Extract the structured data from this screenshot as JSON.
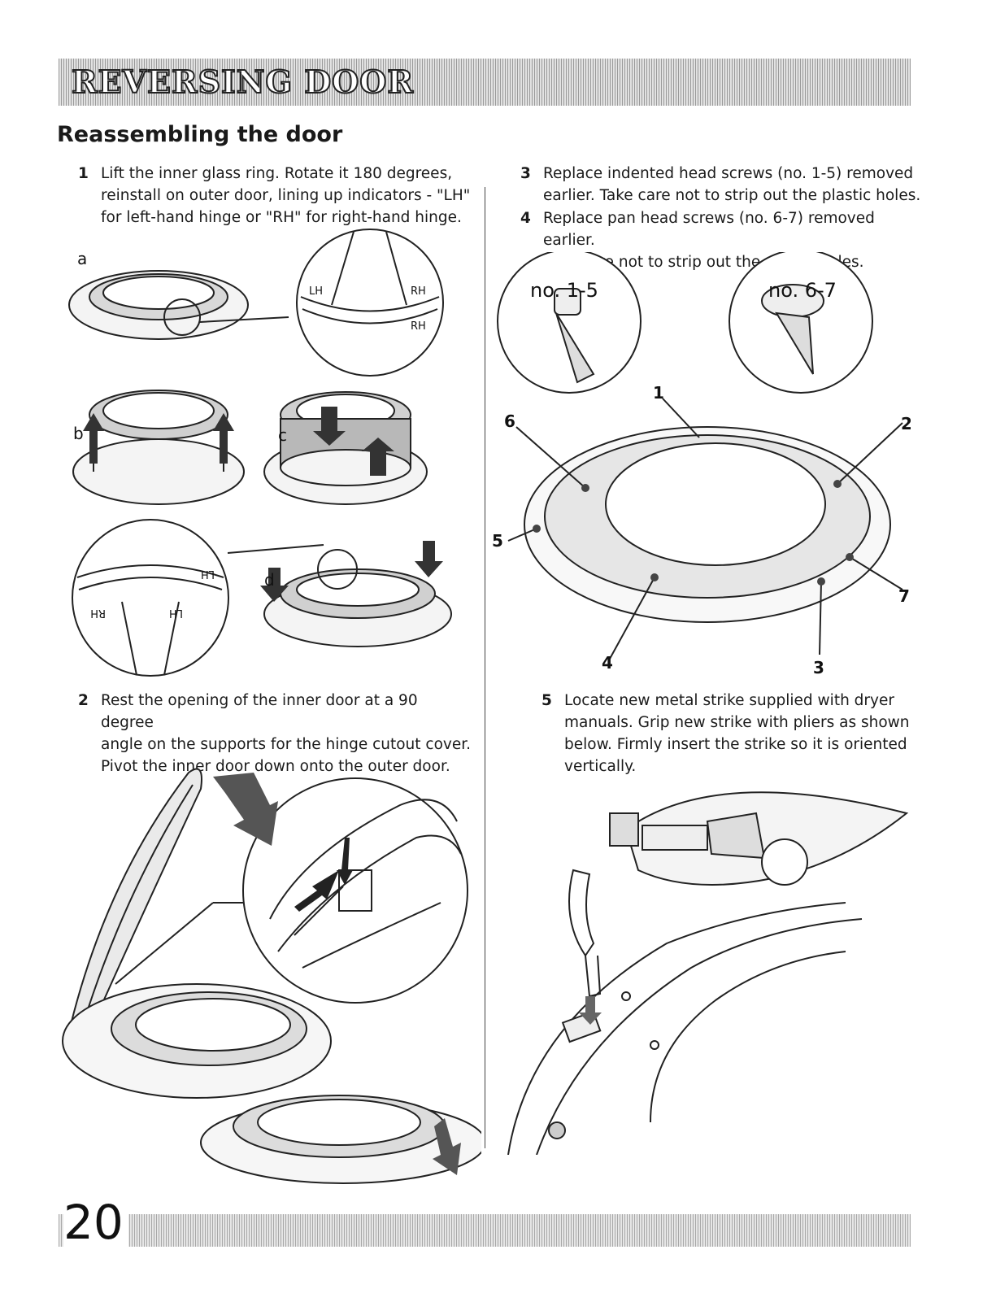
{
  "header": {
    "title": "REVERSING DOOR"
  },
  "section": {
    "title": "Reassembling the door"
  },
  "steps": [
    {
      "num": "1",
      "lines": [
        "Lift the inner glass ring. Rotate it 180 degrees,",
        "reinstall on outer door, lining up indicators - \"LH\"",
        "for left-hand hinge or \"RH\" for right-hand hinge."
      ]
    },
    {
      "num": "2",
      "lines": [
        "Rest the opening of the inner door at a 90 degree",
        "angle on the supports for the hinge cutout cover.",
        "Pivot the inner door down onto the outer door."
      ]
    },
    {
      "num": "3",
      "lines": [
        "Replace indented head screws (no. 1-5) removed",
        "earlier. Take care not to strip out the plastic holes."
      ]
    },
    {
      "num": "4",
      "lines": [
        "Replace pan head screws (no. 6-7) removed earlier.",
        "Take care not to strip out the plastic holes."
      ]
    },
    {
      "num": "5",
      "lines": [
        "Locate new metal strike supplied with dryer",
        "manuals. Grip new strike with pliers as shown",
        "below. Firmly insert the strike so it is oriented",
        "vertically."
      ]
    }
  ],
  "figure_ring": {
    "labels": {
      "a": "a",
      "b": "b",
      "c": "c",
      "d": "d"
    },
    "indicators": {
      "lh": "LH",
      "rh": "RH"
    }
  },
  "figure_screws": {
    "callout_1_5": "no. 1-5",
    "callout_6_7": "no. 6-7",
    "numbers": [
      "1",
      "2",
      "3",
      "4",
      "5",
      "6",
      "7"
    ]
  },
  "footer": {
    "page_number": "20"
  }
}
